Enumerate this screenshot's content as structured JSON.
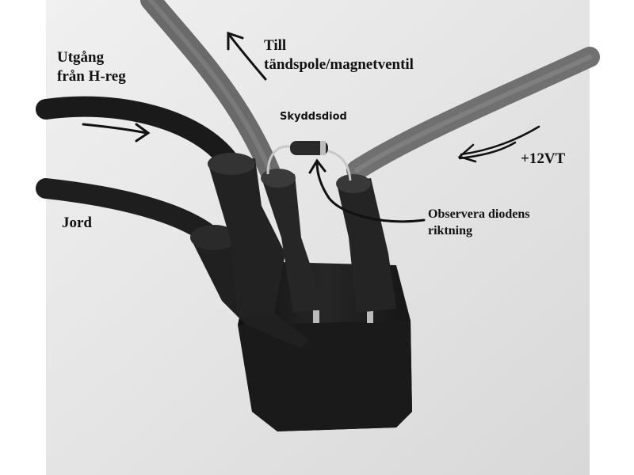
{
  "labels": {
    "utgang_line1": "Utgång",
    "utgang_line2": "från H-reg",
    "till_line1": "Till",
    "till_line2": "tändspole/magnetventil",
    "skyddsdiod": "Skyddsdiod",
    "plus12vt": "+12VT",
    "jord": "Jord",
    "observera_line1": "Observera diodens",
    "observera_line2": "riktning"
  },
  "colors": {
    "background": "#ffffff",
    "photo_backdrop": "#e6e6e6",
    "cable_dark": "#1e1e1e",
    "cable_grey": "#6e6e6e",
    "relay_body": "#1c1c1c"
  }
}
